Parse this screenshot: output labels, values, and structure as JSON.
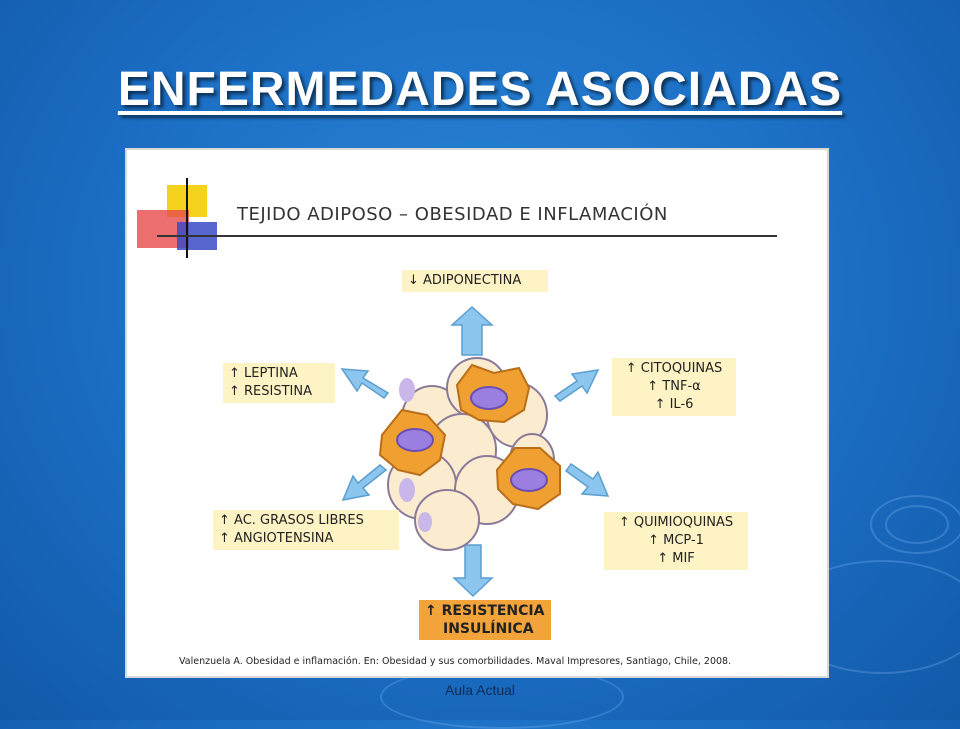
{
  "slide": {
    "title": "ENFERMEDADES ASOCIADAS",
    "footer": "Aula Actual"
  },
  "figure": {
    "title": "TEJIDO ADIPOSO – OBESIDAD E INFLAMACIÓN",
    "citation": "Valenzuela A. Obesidad e inflamación. En: Obesidad y sus comorbilidades. Maval Impresores,  Santiago, Chile, 2008.",
    "boxes": {
      "adiponectina": [
        "↓ ADIPONECTINA"
      ],
      "leptina": [
        "↑ LEPTINA",
        "↑ RESISTINA"
      ],
      "citoquinas": [
        "↑ CITOQUINAS",
        "↑ TNF-α",
        "↑ IL-6"
      ],
      "grasos": [
        "↑ AC. GRASOS LIBRES",
        "↑ ANGIOTENSINA"
      ],
      "quimioquinas": [
        "↑ QUIMIOQUINAS",
        "↑ MCP-1",
        "↑  MIF"
      ],
      "resistencia": [
        "↑ RESISTENCIA",
        "INSULÍNICA"
      ]
    },
    "colors": {
      "box_fill": "#fdf3c4",
      "resistencia_fill": "#f2a33a",
      "arrow": "#8cc6ee",
      "adipocyte": "#fbeccf",
      "macrophage": "#f0a030",
      "nucleus": "#9b7fe0"
    }
  }
}
